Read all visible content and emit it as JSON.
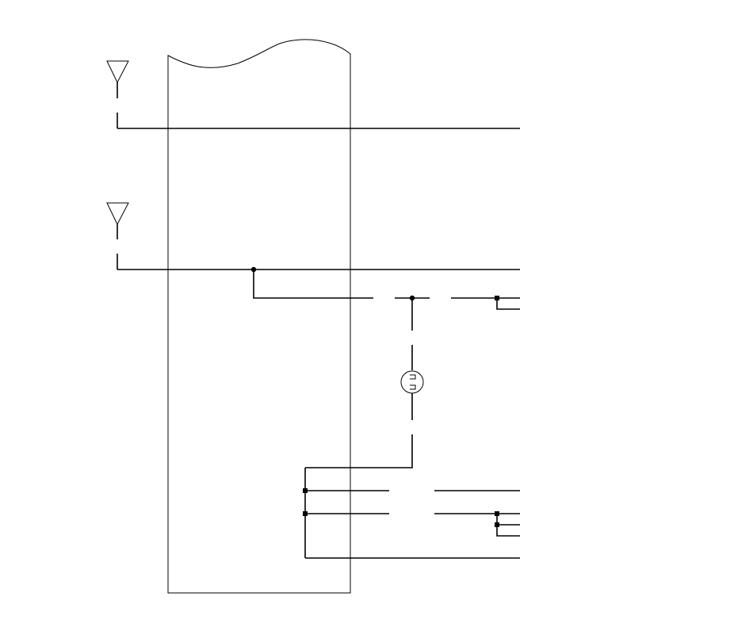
{
  "diagram": {
    "kind": "wiring schematic",
    "colors": {
      "background": "#ffffff",
      "line": "#000000"
    },
    "components": [
      {
        "id": "antenna-1",
        "symbol": "antenna-icon"
      },
      {
        "id": "antenna-2",
        "symbol": "antenna-icon"
      },
      {
        "id": "plug-connector",
        "symbol": "circular-plug-icon"
      },
      {
        "id": "panel",
        "symbol": "panel-with-broken-edge"
      }
    ],
    "junction_count": 7,
    "broken_connections": 6
  }
}
